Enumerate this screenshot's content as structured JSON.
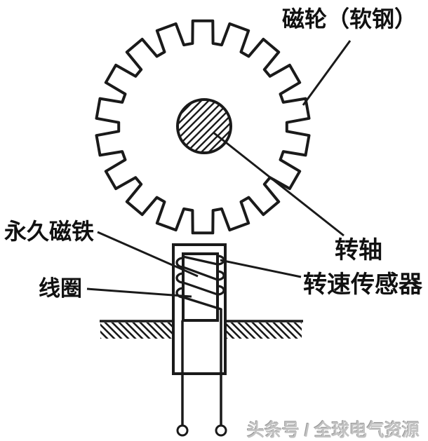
{
  "diagram": {
    "type": "magnetic-speed-sensor-schematic",
    "labels": {
      "magnetic_wheel": "磁轮（软钢）",
      "permanent_magnet": "永久磁铁",
      "coil": "线圈",
      "shaft": "转轴",
      "speed_sensor": "转速传感器"
    },
    "gear": {
      "teeth": 18
    },
    "colors": {
      "line": "#1a1a1a",
      "background": "#ffffff",
      "watermark": "#c2c2c2"
    }
  },
  "watermark": {
    "text": "头条号 / 全球电气资源"
  }
}
